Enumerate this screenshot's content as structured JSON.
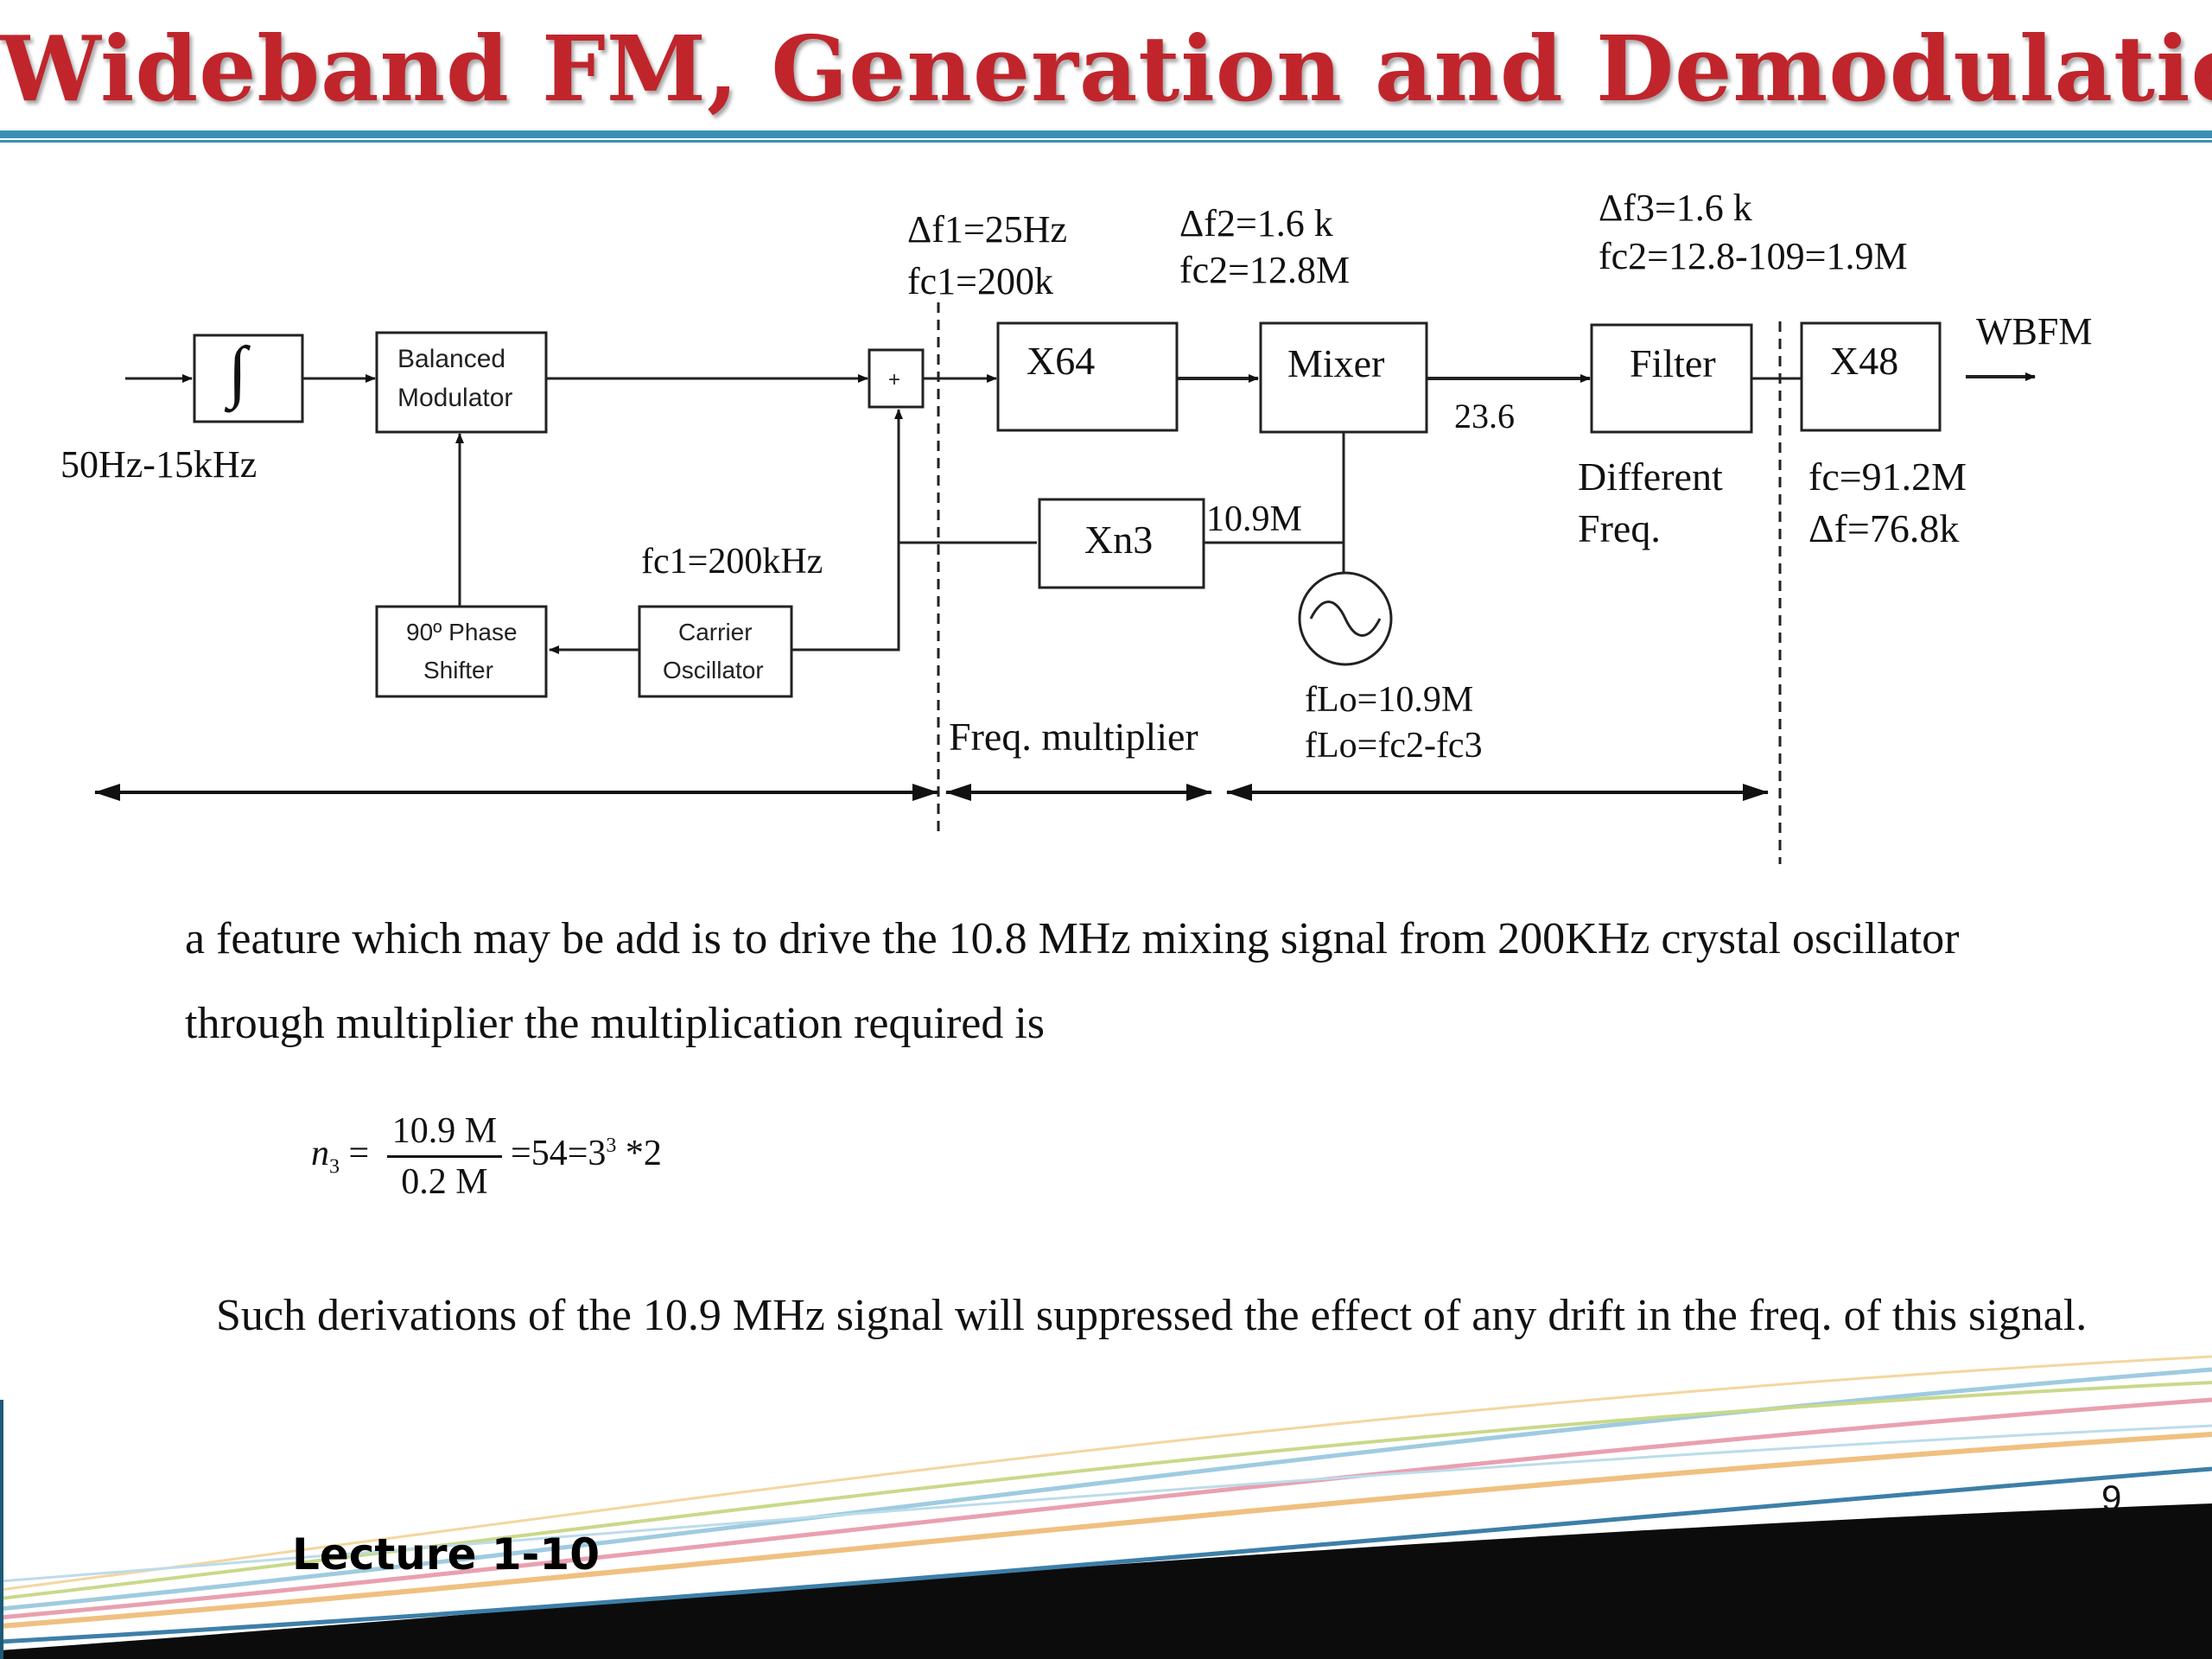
{
  "slide": {
    "title": "Wideband FM, Generation and Demodulation",
    "paragraph1": "a feature which may be add is to drive the 10.8 MHz mixing signal from 200KHz crystal oscillator through multiplier the multiplication required is",
    "paragraph2": "Such derivations of the 10.9 MHz signal will suppressed the effect of any drift in the freq. of this signal.",
    "footer": "Lecture 1-10",
    "page_number": "9"
  },
  "formula": {
    "lhs_var": "n",
    "lhs_sub": "3",
    "numerator": "10.9 M",
    "denominator": "0.2 M",
    "result": "=54=3",
    "exponent": "3",
    "tail": " *2"
  },
  "diagram": {
    "blocks": {
      "integrator": "∫",
      "balanced_modulator_1": "Balanced",
      "balanced_modulator_2": "Modulator",
      "adder": "+",
      "x64": "X64",
      "mixer": "Mixer",
      "filter": "Filter",
      "x48": "X48",
      "xn3": "Xn3",
      "phase_shifter_1": "90º Phase",
      "phase_shifter_2": "Shifter",
      "carrier_osc_1": "Carrier",
      "carrier_osc_2": "Oscillator"
    },
    "labels": {
      "input_band": "50Hz-15kHz",
      "df1": "Δf1=25Hz",
      "fc1": "fc1=200k",
      "df2": "Δf2=1.6 k",
      "fc2": "fc2=12.8M",
      "df3": "Δf3=1.6 k",
      "fc2_diff": "fc2=12.8-109=1.9M",
      "output": "WBFM",
      "mixer_out": "23.6",
      "xn3_out": "10.9M",
      "carrier_freq": "fc1=200kHz",
      "different_1": "Different",
      "different_2": "Freq.",
      "fc_out": "fc=91.2M",
      "df_out": "Δf=76.8k",
      "flo1": "fLo=10.9M",
      "flo2": "fLo=fc2-fc3",
      "freq_mult": "Freq. multiplier"
    }
  }
}
